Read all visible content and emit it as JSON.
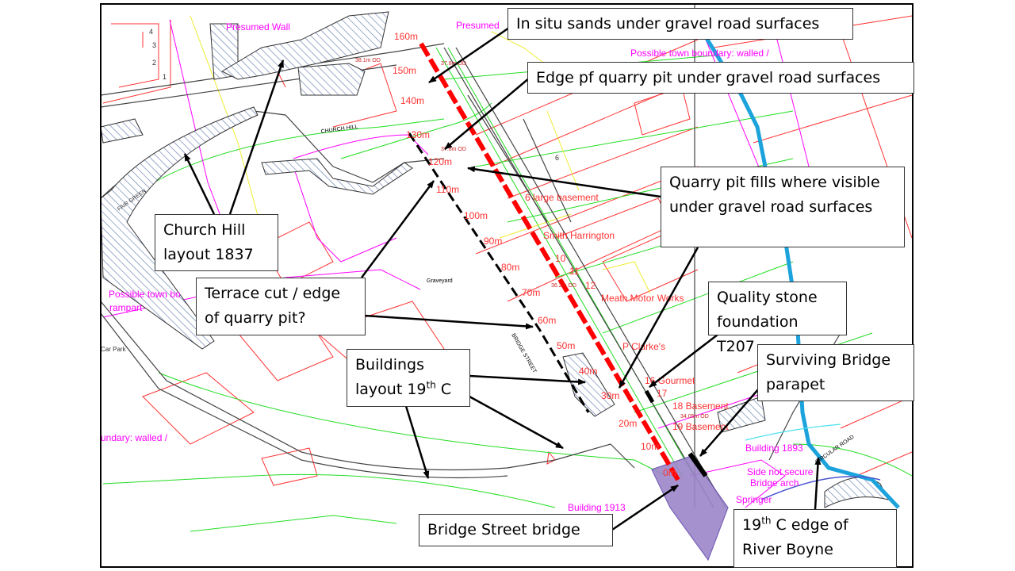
{
  "callouts": {
    "in_situ": "In situ sands under gravel road surfaces",
    "edge_pit": "Edge pf quarry pit under gravel road surfaces",
    "pit_fills": "Quarry pit fills where visible under gravel road surfaces",
    "church_hill": "Church Hill layout 1837",
    "terrace": "Terrace cut / edge of quarry pit?",
    "quality_stone": "Quality stone foundation T207",
    "buildings": {
      "pre": "Buildings layout 19",
      "sup": "th",
      "post": " C"
    },
    "parapet": "Surviving Bridge parapet",
    "bridge_street": "Bridge Street bridge",
    "river": {
      "pre": "19",
      "sup": "th",
      "post": " C edge of River Boyne"
    }
  },
  "distance_markers": [
    "160m",
    "150m",
    "140m",
    "130m",
    "120m",
    "110m",
    "100m",
    "90m",
    "80m",
    "70m",
    "60m",
    "50m",
    "40m",
    "30m",
    "20m",
    "10m",
    "0m"
  ],
  "map_labels": {
    "presumed_wall": "Presumed Wall",
    "presumed2": "Presumed",
    "possible_town_boundary": "Possible town boundary: walled /",
    "church_hill": "CHURCH HILL",
    "large_basement": "6 large basement",
    "six": "6",
    "smith_harrington": "Smith Harrington",
    "ten": "10",
    "eleven": "11",
    "twelve": "12",
    "od_362": "36.2m OD",
    "od_381": "38.1m OD",
    "od_378": "37.8m OD",
    "od_376": "37.8m OD",
    "od_3405": "34.05m OD",
    "graveyard": "Graveyard",
    "bridge_street": "BRIDGE STREET",
    "meath_motor": "Meath Motor Works",
    "p_clarkes": "P Clarke's",
    "gourmet": "16 Gourmet",
    "seventeen": "17",
    "basement18": "18 Basement",
    "basement19": "19 Basement",
    "building1893": "Building 1893",
    "side_not_secure": "Side not secure",
    "bridge_arch": "Bridge arch",
    "springer": "Springer",
    "circular_road": "CIRCULAR ROAD",
    "building1913": "Building 1913",
    "possible_town_bo": "Possible town bo",
    "rampart": "rampart",
    "car_park": "Car Park",
    "boundary_walled": "undary: walled /",
    "fair_green": "FAIR GREEN",
    "n1": "1",
    "n2": "2",
    "n3": "3",
    "n4": "4"
  },
  "colors": {
    "route": "#ff0000",
    "boundary": "#ff00ff",
    "plot": "#ff3333",
    "contour": "#22dd22",
    "river": "#1ca3dc",
    "bridge": "#9b86c9"
  }
}
